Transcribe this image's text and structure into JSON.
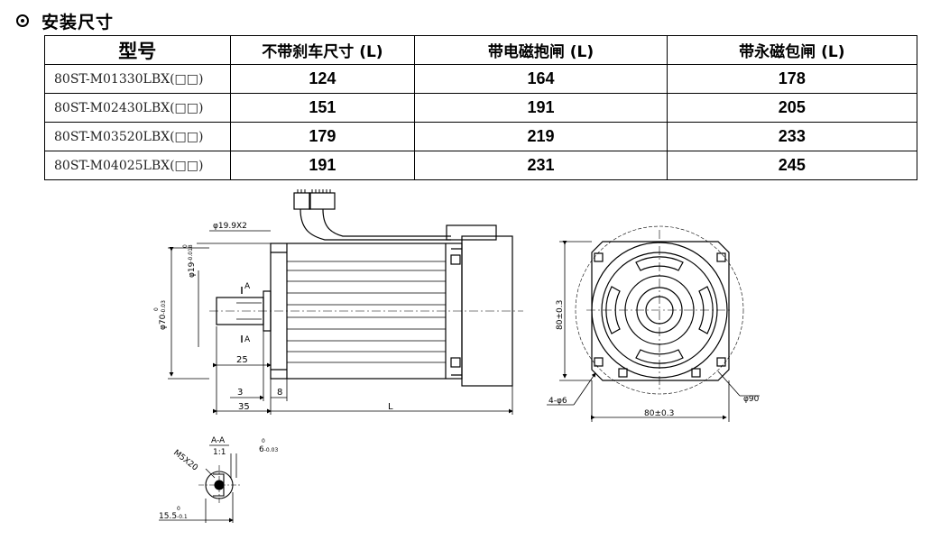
{
  "section": {
    "title": "安装尺寸"
  },
  "table": {
    "headers": [
      "型号",
      "不带刹车尺寸 (L)",
      "带电磁抱闸 (L)",
      "带永磁包闸 (L)"
    ],
    "rows": [
      {
        "model": "80ST-M01330LBX(□□)",
        "no_brake": "124",
        "em_brake": "164",
        "pm_brake": "178"
      },
      {
        "model": "80ST-M02430LBX(□□)",
        "no_brake": "151",
        "em_brake": "191",
        "pm_brake": "205"
      },
      {
        "model": "80ST-M03520LBX(□□)",
        "no_brake": "179",
        "em_brake": "219",
        "pm_brake": "233"
      },
      {
        "model": "80ST-M04025LBX(□□)",
        "no_brake": "191",
        "em_brake": "231",
        "pm_brake": "245"
      }
    ]
  },
  "drawing": {
    "dim_phi1999": "φ19.9X2",
    "dim_phi19_a": "φ19",
    "dim_phi19_b": "-0.018",
    "dim_phi19_c": "0",
    "dim_phi70_a": "φ70",
    "dim_phi70_b": "-0.03",
    "dim_phi70_c": "0",
    "label_a_top": "A",
    "label_a_bottom": "A",
    "dim_25": "25",
    "dim_3": "3",
    "dim_8": "8",
    "dim_35": "35",
    "dim_L": "L",
    "dim_80_v": "80±0.3",
    "dim_80_h": "80±0.3",
    "dim_holes": "4-φ6",
    "dim_phi90": "φ90",
    "section_label": "A-A",
    "section_scale": "1:1",
    "dim_m5x20": "M5X20",
    "dim_6_a": "6",
    "dim_6_b": "-0.03",
    "dim_6_c": "0",
    "dim_155_a": "15.5",
    "dim_155_b": "-0.1",
    "dim_155_c": "0"
  }
}
